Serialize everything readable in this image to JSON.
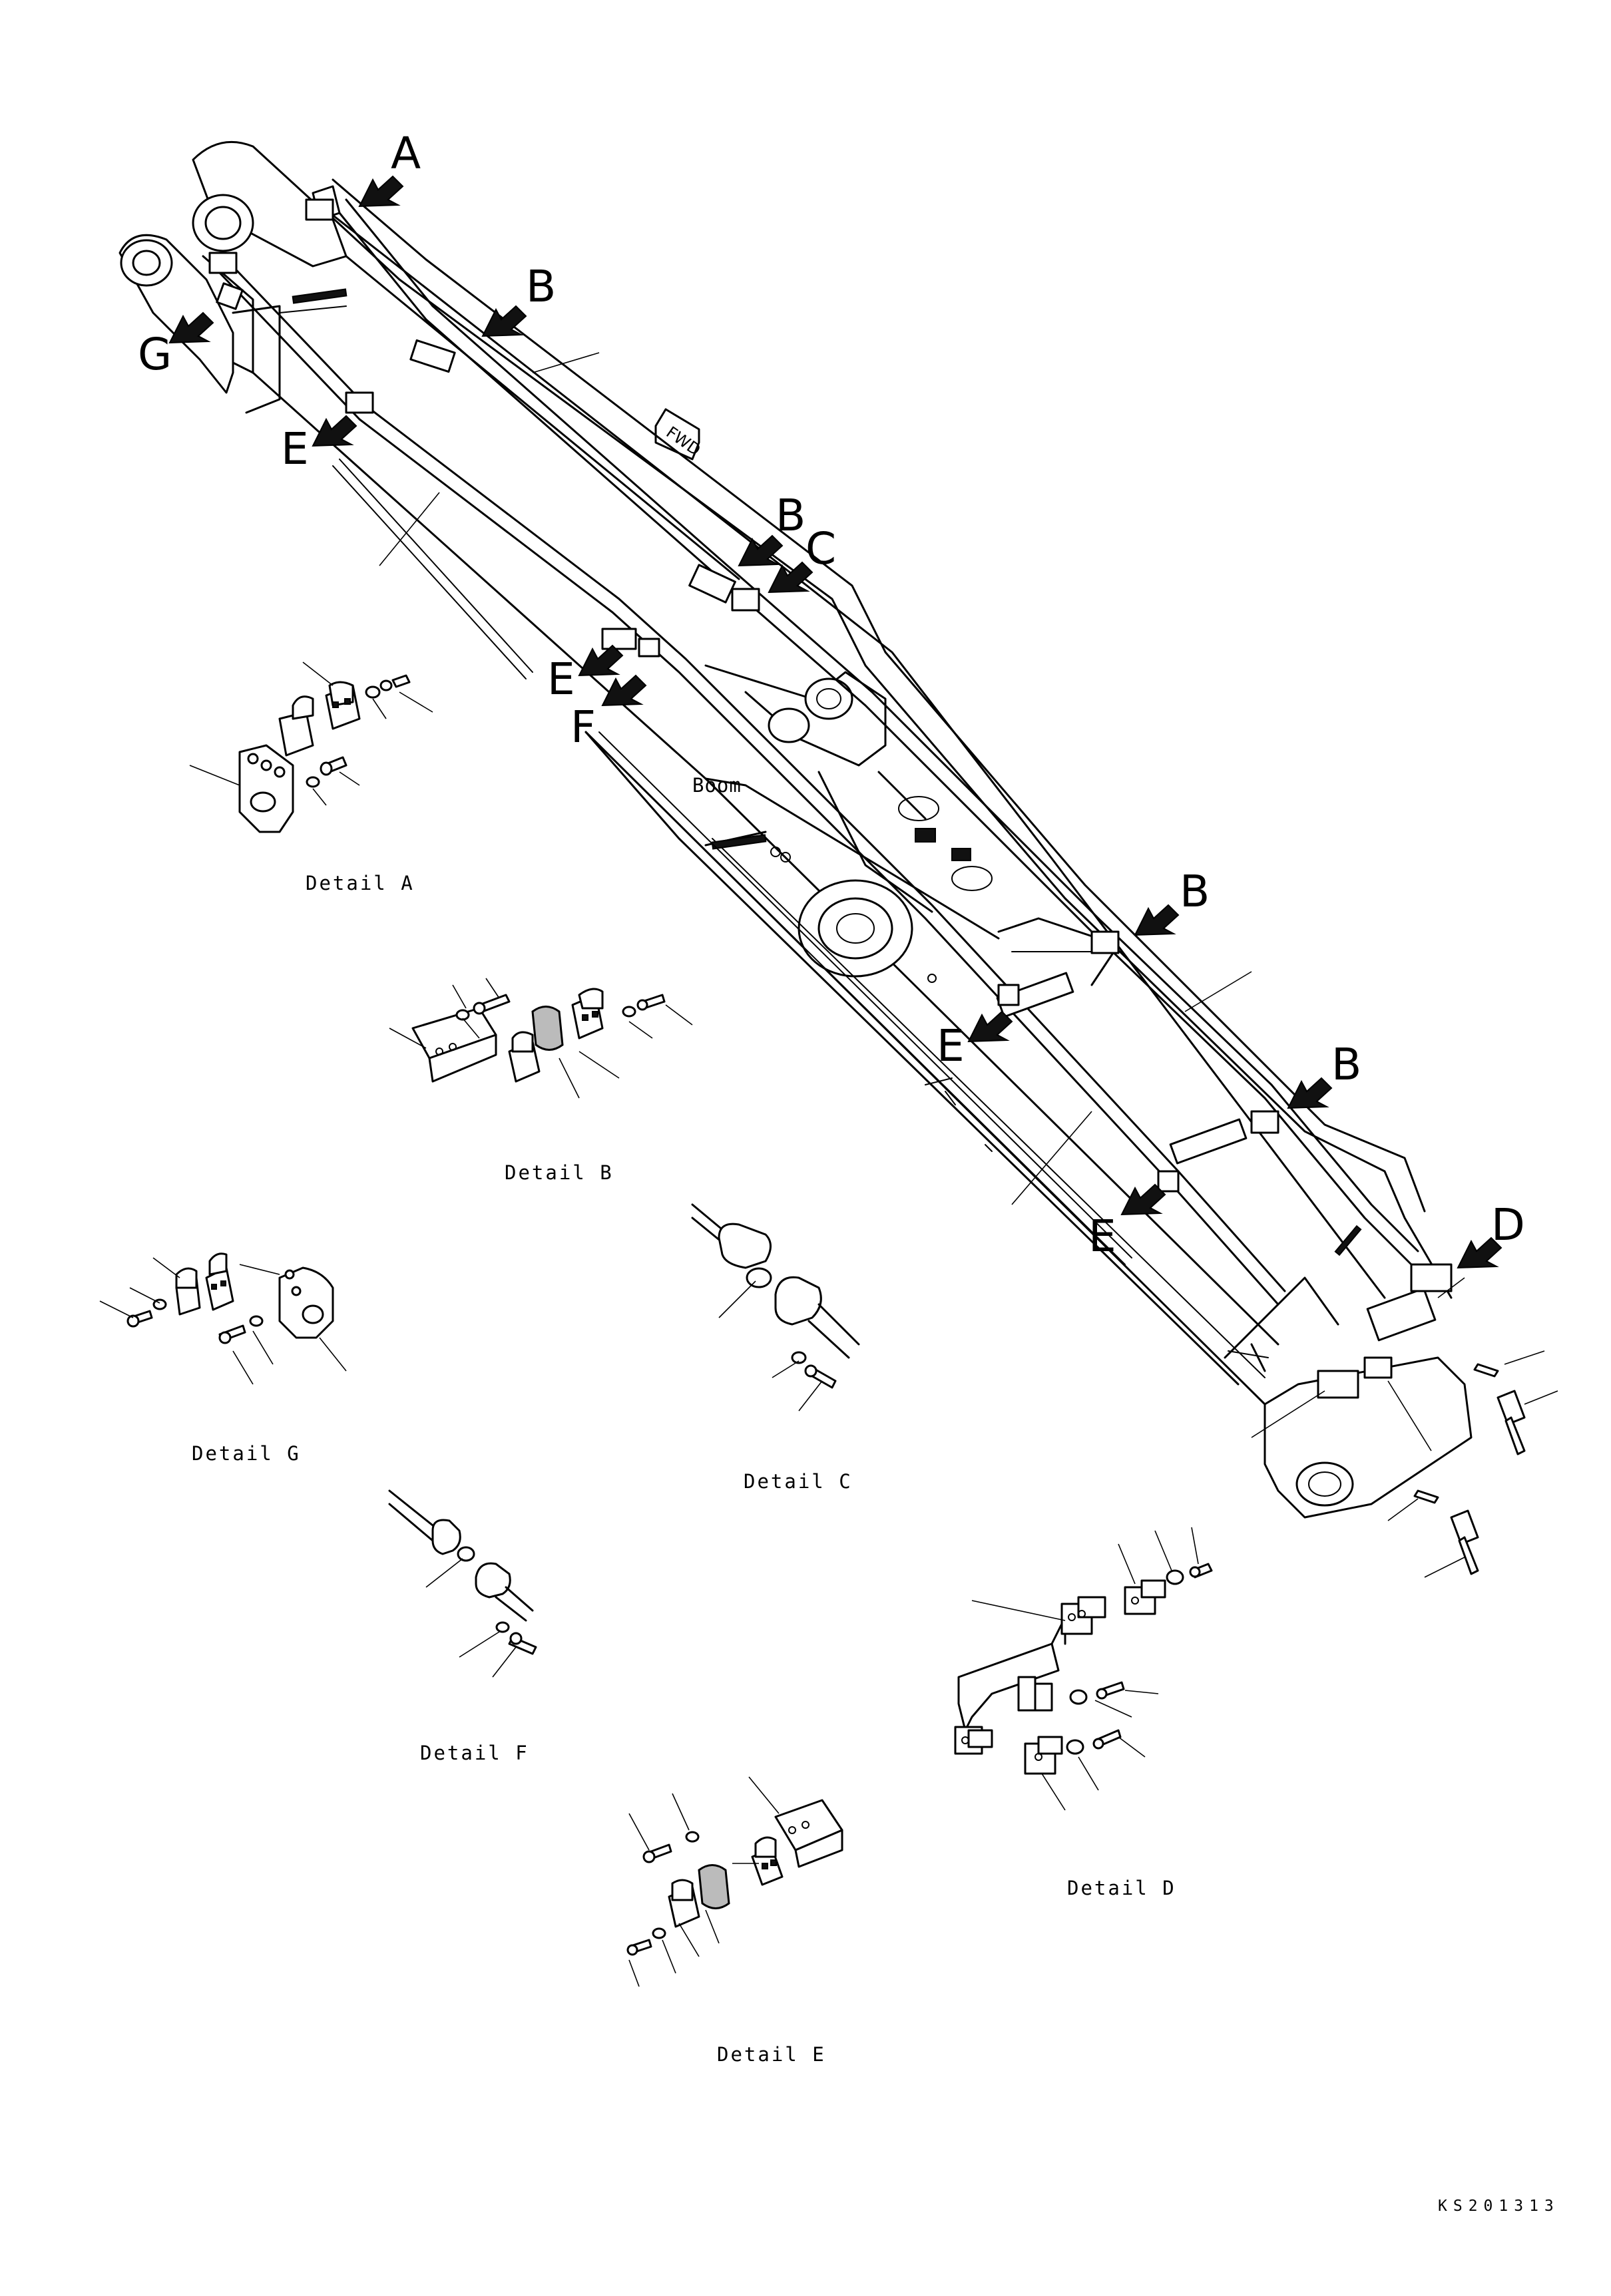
{
  "drawing": {
    "fwd_label": "FWD",
    "boom_label": "Boom",
    "drawing_code": "KS201313"
  },
  "callouts": [
    {
      "id": "A",
      "label": "A"
    },
    {
      "id": "G",
      "label": "G"
    },
    {
      "id": "B1",
      "label": "B"
    },
    {
      "id": "E1",
      "label": "E"
    },
    {
      "id": "B2",
      "label": "B"
    },
    {
      "id": "C",
      "label": "C"
    },
    {
      "id": "E2",
      "label": "E"
    },
    {
      "id": "F",
      "label": "F"
    },
    {
      "id": "B3",
      "label": "B"
    },
    {
      "id": "E3",
      "label": "E"
    },
    {
      "id": "B4",
      "label": "B"
    },
    {
      "id": "E4",
      "label": "E"
    },
    {
      "id": "D",
      "label": "D"
    }
  ],
  "details": {
    "A": "Detail A",
    "B": "Detail B",
    "C": "Detail C",
    "D": "Detail D",
    "E": "Detail E",
    "F": "Detail F",
    "G": "Detail G"
  }
}
